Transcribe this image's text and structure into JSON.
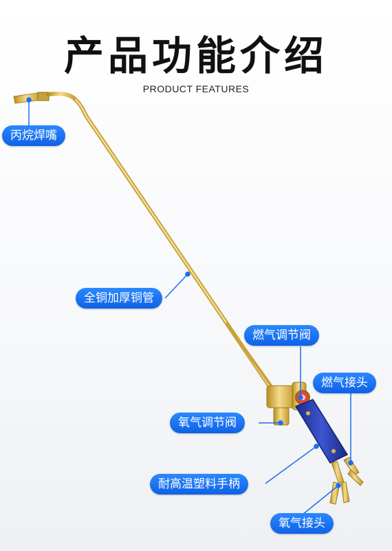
{
  "header": {
    "title": "产品功能介绍",
    "subtitle": "PRODUCT FEATURES"
  },
  "callouts": {
    "nozzle": "丙烷焊嘴",
    "copper_tube": "全铜加厚铜管",
    "gas_valve": "燃气调节阀",
    "gas_connector": "燃气接头",
    "oxygen_valve": "氧气调节阀",
    "handle": "耐高温塑料手柄",
    "oxygen_connector": "氧气接头"
  },
  "colors": {
    "accent": "#1a6ff0",
    "brass": "#d9b64a",
    "handle_blue": "#2a3fae"
  }
}
